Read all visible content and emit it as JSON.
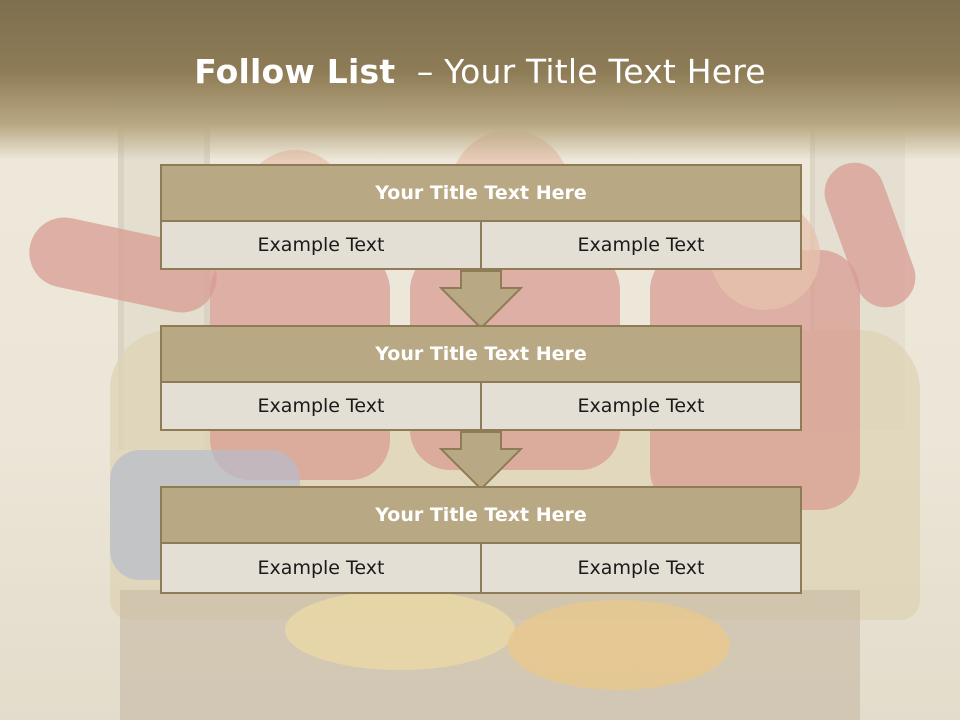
{
  "slide": {
    "title_bold": "Follow List",
    "title_rest": "– Your Title Text Here"
  },
  "blocks": [
    {
      "title": "Your Title Text Here",
      "left": "Example Text",
      "right": "Example Text"
    },
    {
      "title": "Your Title Text Here",
      "left": "Example Text",
      "right": "Example Text"
    },
    {
      "title": "Your Title Text Here",
      "left": "Example Text",
      "right": "Example Text"
    }
  ],
  "colors": {
    "header": "#8e7c57",
    "block_title": "#b8a883",
    "cell": "#e4dfd5",
    "border": "#8e7c57"
  },
  "icons": [
    "down-arrow-icon"
  ]
}
